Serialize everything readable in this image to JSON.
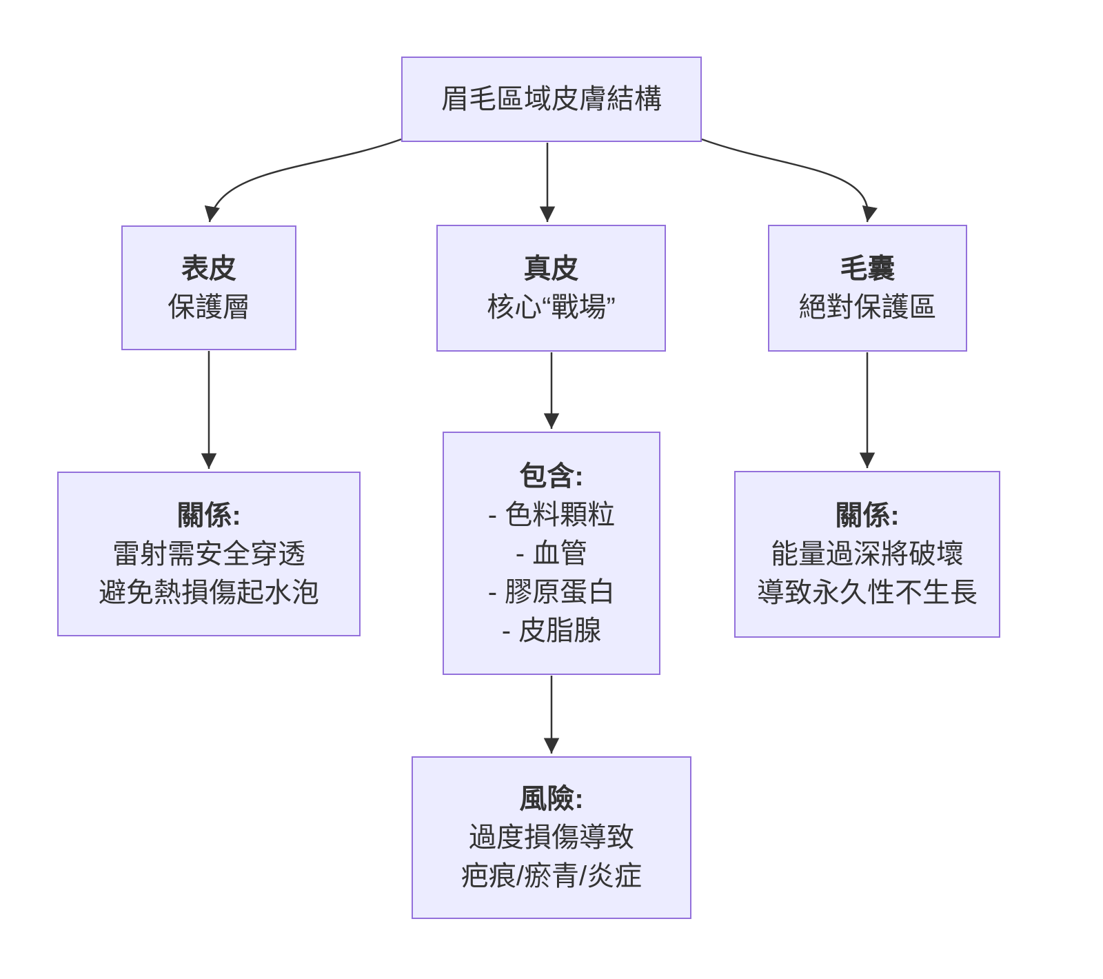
{
  "diagram": {
    "type": "flowchart-top-down",
    "theme": {
      "node_fill": "#ECECFF",
      "node_border": "#9370DB",
      "edge_color": "#333333",
      "text_color": "#333333",
      "background": "#FFFFFF"
    },
    "nodes": {
      "root": {
        "lines": [
          "眉毛區域皮膚結構"
        ]
      },
      "epidermis": {
        "title": "表皮",
        "lines": [
          "保護層"
        ]
      },
      "dermis": {
        "title": "真皮",
        "lines": [
          "核心“戰場”"
        ]
      },
      "follicle": {
        "title": "毛囊",
        "lines": [
          "絕對保護區"
        ]
      },
      "epidermis_relation": {
        "title": "關係:",
        "lines": [
          "雷射需安全穿透",
          "避免熱損傷起水泡"
        ]
      },
      "dermis_contains": {
        "title": "包含:",
        "lines": [
          "- 色料顆粒",
          "- 血管",
          "- 膠原蛋白",
          "- 皮脂腺"
        ]
      },
      "follicle_relation": {
        "title": "關係:",
        "lines": [
          "能量過深將破壞",
          "導致永久性不生長"
        ]
      },
      "dermis_risk": {
        "title": "風險:",
        "lines": [
          "過度損傷導致",
          "疤痕/瘀青/炎症"
        ]
      }
    },
    "edges": [
      {
        "from": "root",
        "to": "epidermis"
      },
      {
        "from": "root",
        "to": "dermis"
      },
      {
        "from": "root",
        "to": "follicle"
      },
      {
        "from": "epidermis",
        "to": "epidermis_relation"
      },
      {
        "from": "dermis",
        "to": "dermis_contains"
      },
      {
        "from": "follicle",
        "to": "follicle_relation"
      },
      {
        "from": "dermis_contains",
        "to": "dermis_risk"
      }
    ]
  }
}
